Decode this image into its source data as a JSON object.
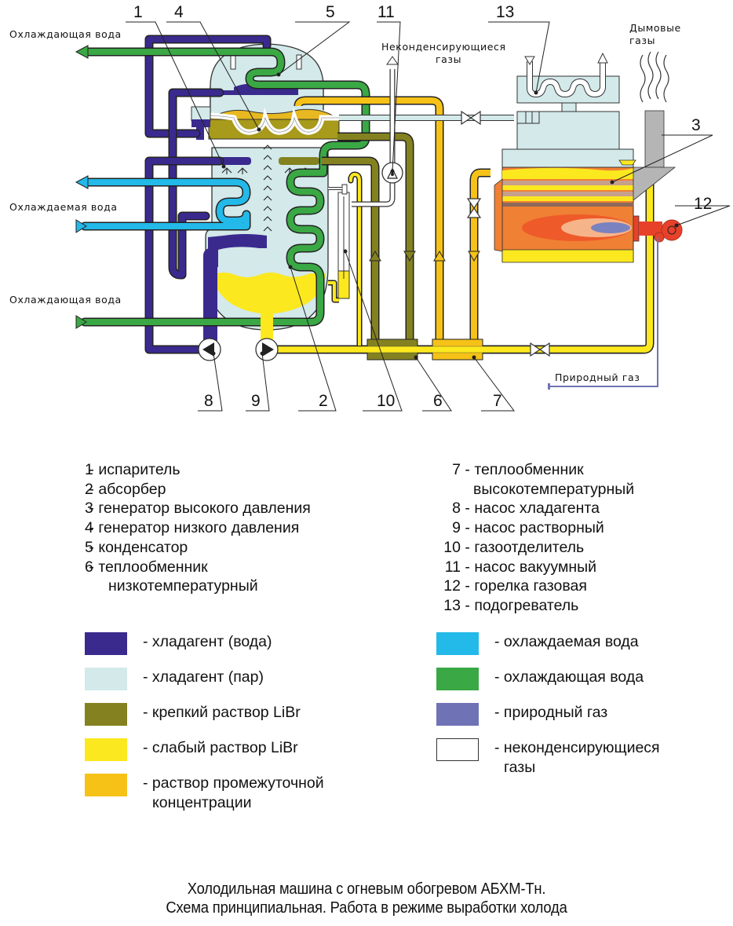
{
  "diagram": {
    "labels": {
      "cooling_water_out": "Охлаждающая вода",
      "chilled_water": "Охлаждаемая вода",
      "cooling_water_in": "Охлаждающая вода",
      "noncondensable_gases_line1": "Неконденсирующиеся",
      "noncondensable_gases_line2": "газы",
      "flue_gases_line1": "Дымовые",
      "flue_gases_line2": "газы",
      "natural_gas": "Природный газ"
    },
    "callouts": [
      "1",
      "4",
      "5",
      "11",
      "13",
      "3",
      "12",
      "8",
      "9",
      "2",
      "10",
      "6",
      "7"
    ]
  },
  "colors": {
    "refrigerant_water": "#3a2a8e",
    "refrigerant_vapor": "#d3e9ea",
    "strong_solution": "#848220",
    "weak_solution": "#fce81e",
    "intermediate_solution": "#f6c218",
    "chilled_water": "#23b9e8",
    "cooling_water": "#3aa844",
    "natural_gas": "#6f73b5",
    "noncondensable": "#ffffff",
    "flame_outer": "#f08034",
    "flame_mid": "#ee5a2a",
    "flame_inner": "#f6b48a",
    "burner": "#e8412a",
    "flue": "#b5b5b5"
  },
  "legend": {
    "components_left": [
      {
        "num": "1",
        "text": "испаритель"
      },
      {
        "num": "2",
        "text": "абсорбер"
      },
      {
        "num": "3",
        "text": "генератор высокого давления"
      },
      {
        "num": "4",
        "text": "генератор низкого давления"
      },
      {
        "num": "5",
        "text": "конденсатор"
      },
      {
        "num": "6",
        "text": "теплообменник",
        "cont": "низкотемпературный"
      }
    ],
    "components_right": [
      {
        "num": "7",
        "text": "теплообменник",
        "cont": "высокотемпературный"
      },
      {
        "num": "8",
        "text": "насос хладагента"
      },
      {
        "num": "9",
        "text": "насос растворный"
      },
      {
        "num": "10",
        "text": "газоотделитель"
      },
      {
        "num": "11",
        "text": "насос вакуумный"
      },
      {
        "num": "12",
        "text": "горелка газовая"
      },
      {
        "num": "13",
        "text": "подогреватель"
      }
    ],
    "key_left": [
      {
        "color": "#3a2a8e",
        "text": "- хладагент (вода)"
      },
      {
        "color": "#d3e9ea",
        "text": "- хладагент (пар)"
      },
      {
        "color": "#848220",
        "text": "- крепкий раствор LiBr"
      },
      {
        "color": "#fce81e",
        "text": "- слабый раствор LiBr"
      },
      {
        "color": "#f6c218",
        "text": "- раствор промежуточной",
        "cont": "концентрации"
      }
    ],
    "key_right": [
      {
        "color": "#23b9e8",
        "text": "- охлаждаемая вода"
      },
      {
        "color": "#3aa844",
        "text": "- охлаждающая вода"
      },
      {
        "color": "#6f73b5",
        "text": "- природный газ"
      },
      {
        "color": "#ffffff",
        "text": "- неконденсирующиеся",
        "cont": "газы"
      }
    ]
  },
  "caption": {
    "line1": "Холодильная машина с огневым обогревом АБХМ-Тн.",
    "line2": "Схема принципиальная. Работа в режиме выработки холода"
  }
}
